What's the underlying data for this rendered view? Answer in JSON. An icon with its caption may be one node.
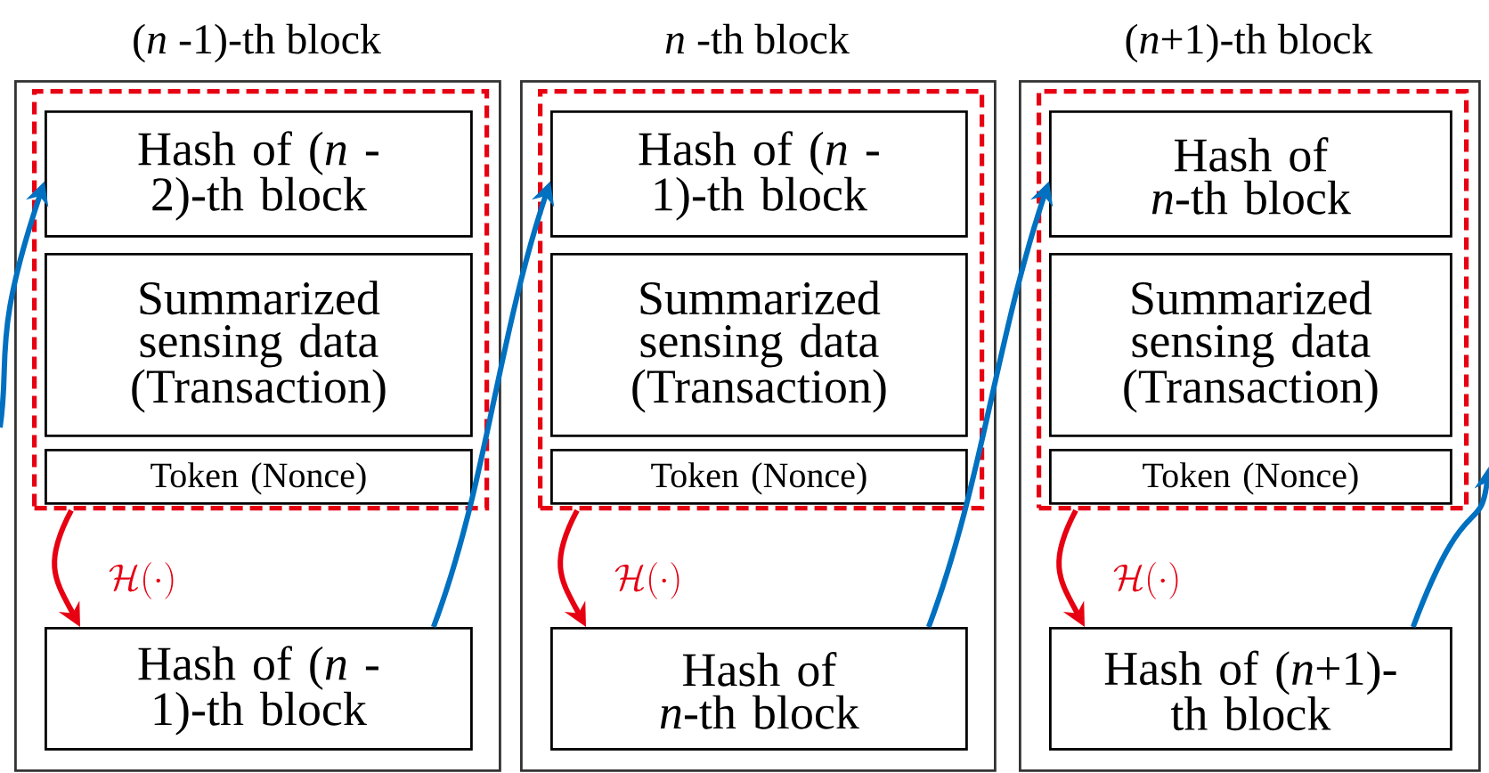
{
  "diagram": {
    "nodes": [
      {
        "text": [
          "(*n* -1)-th block"
        ]
      },
      {
        "text": [],
        "shape": "box",
        "in": 0
      },
      {
        "text": [
          "Hash of (*n* -2)-th block"
        ],
        "in": 1
      },
      {
        "text": [
          "Summarized sensing data (Transaction)"
        ],
        "in": 1
      },
      {
        "text": [
          "Token (Nonce)"
        ],
        "in": 1
      },
      {
        "text": [
          "Hash of (*n* -1)-th block"
        ],
        "in": 0
      },
      {
        "text": [
          "*n* -th block"
        ]
      },
      {
        "text": [],
        "shape": "box",
        "in": 6
      },
      {
        "text": [
          "Hash of (*n* -1)-th block"
        ],
        "in": 7
      },
      {
        "text": [
          "Summarized sensing data (Transaction)"
        ],
        "in": 7
      },
      {
        "text": [
          "Token (Nonce)"
        ],
        "in": 7
      },
      {
        "text": [
          "Hash of *n*-th block"
        ],
        "in": 6
      },
      {
        "text": [
          "(*n*+1)-th block"
        ]
      },
      {
        "text": [],
        "shape": "box",
        "in": 12
      },
      {
        "text": [
          "Hash of *n*-th block"
        ],
        "in": 13
      },
      {
        "text": [
          "Summarized sensing data (Transaction)"
        ],
        "in": 13
      },
      {
        "text": [
          "Token (Nonce)"
        ],
        "in": 13
      },
      {
        "text": [
          "Hash of (*n*+1)-th block"
        ],
        "in": 12
      }
    ],
    "edges": [
      {
        "from": 1,
        "to": 5,
        "arrow": "to",
        "label": "\\mathcal{H}(\\cdot)",
        "color": "#e60012"
      },
      {
        "from": 7,
        "to": 11,
        "arrow": "to",
        "label": "\\mathcal{H}(\\cdot)",
        "color": "#e60012"
      },
      {
        "from": 13,
        "to": 17,
        "arrow": "to",
        "label": "\\mathcal{H}(\\cdot)",
        "color": "#e60012"
      },
      {
        "from": null,
        "to": 2,
        "arrow": "to"
      },
      {
        "from": 5,
        "to": 8,
        "arrow": "to"
      },
      {
        "from": 11,
        "to": 14,
        "arrow": "to"
      },
      {
        "from": 17,
        "to": null,
        "arrow": "to"
      }
    ]
  }
}
